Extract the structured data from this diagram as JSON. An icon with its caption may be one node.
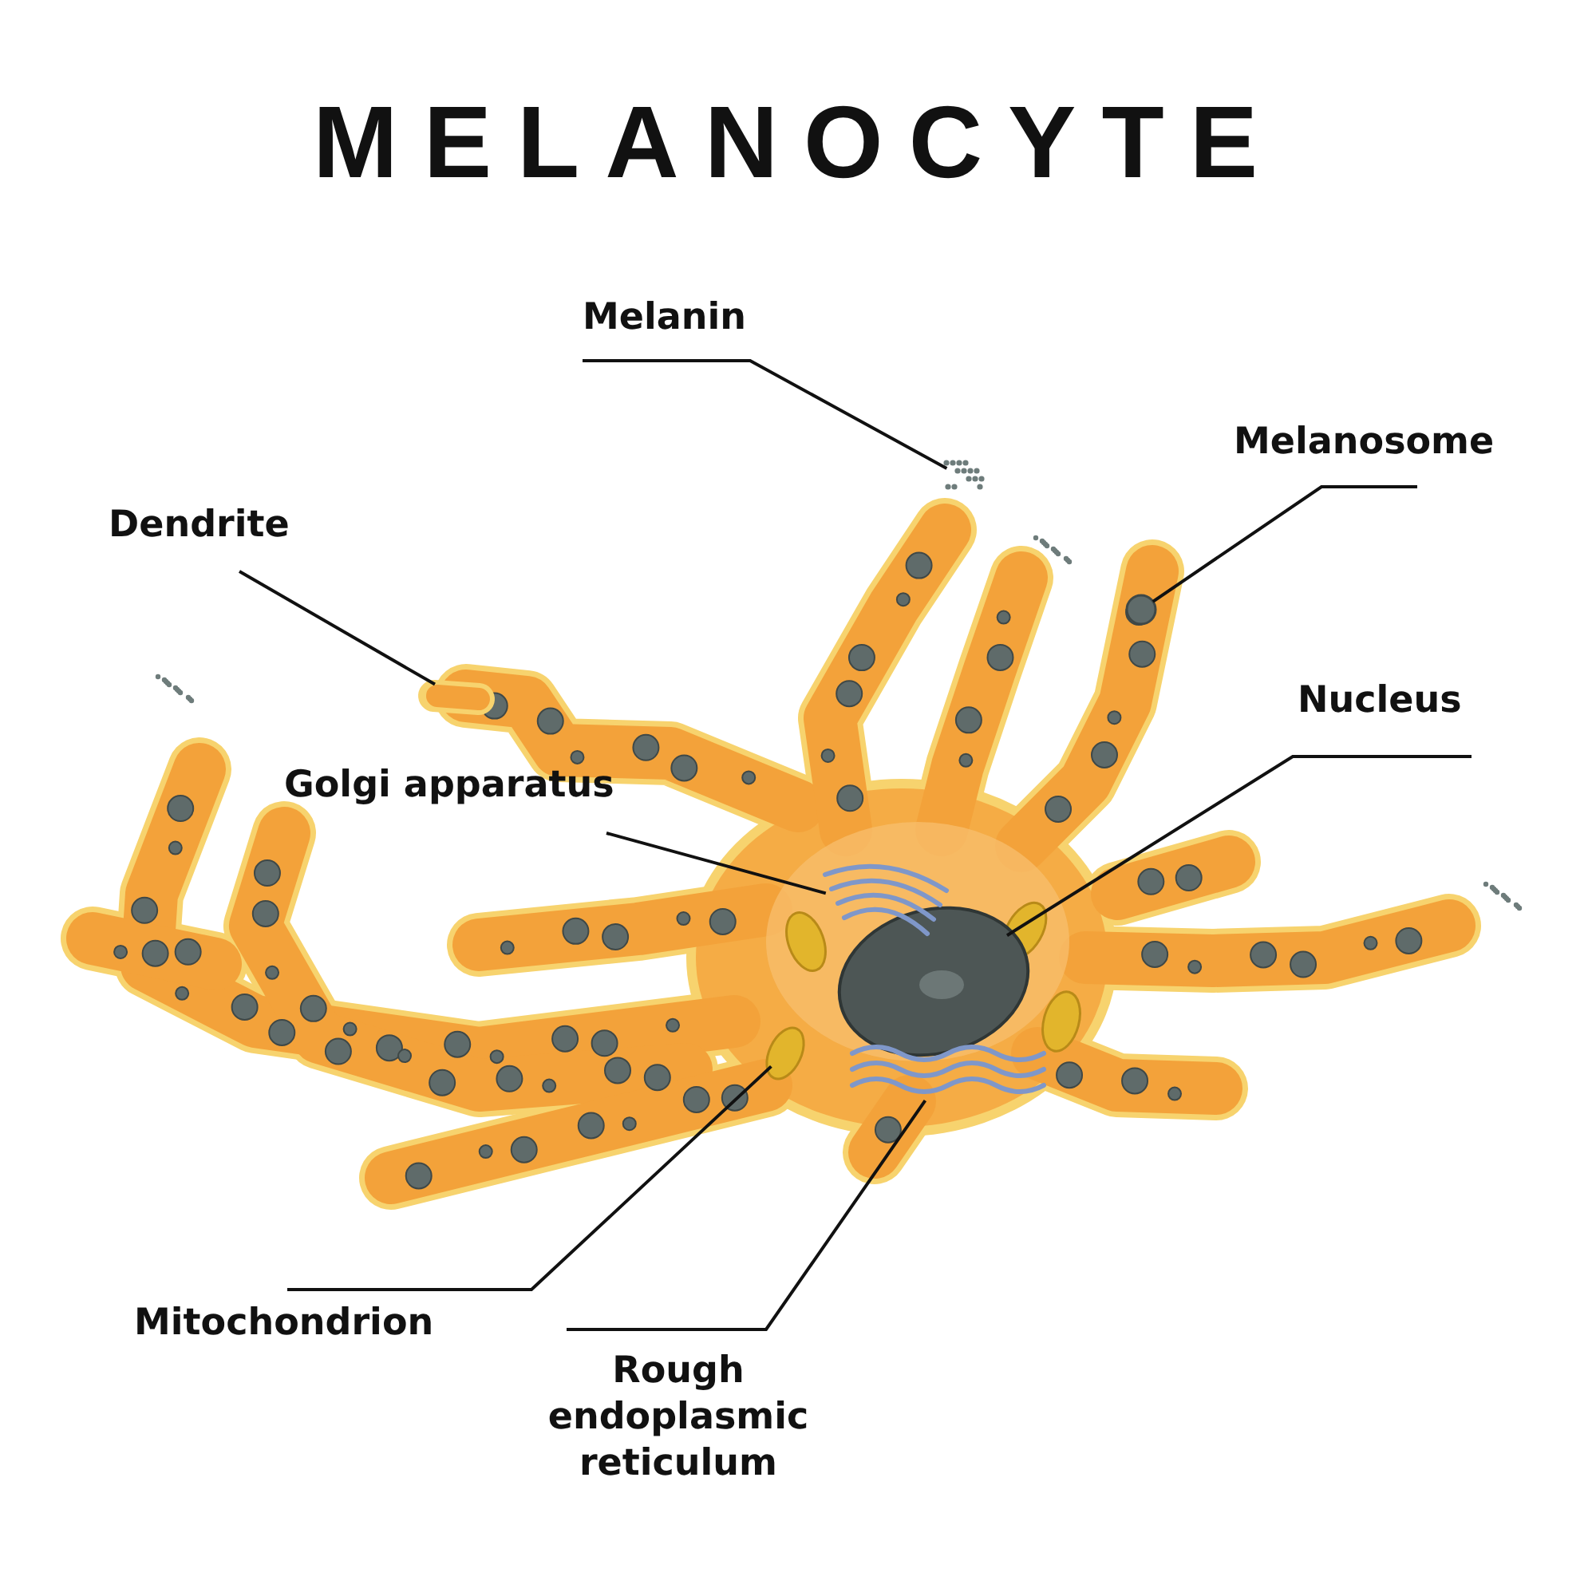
{
  "diagram": {
    "title": "MELANOCYTE",
    "nodes": [
      {
        "text": [
          "Melanin"
        ]
      },
      {
        "text": [
          "Melanosome"
        ]
      },
      {
        "text": [
          "Dendrite"
        ]
      },
      {
        "text": [
          "Nucleus"
        ]
      },
      {
        "text": [
          "**Golgi** apparatus"
        ]
      },
      {
        "text": [
          "Mitochondrion"
        ]
      },
      {
        "text": [
          "Rough endoplasmic reticulum"
        ]
      },
      {
        "text": [],
        "shape": "picture"
      },
      {
        "text": [],
        "shape": "circle"
      },
      {
        "text": [],
        "shape": "picture"
      },
      {
        "text": [],
        "shape": "picture"
      },
      {
        "text": [],
        "shape": "picture"
      },
      {
        "text": [],
        "shape": "ellipse"
      },
      {
        "text": [],
        "shape": "picture"
      }
    ],
    "edges": [
      {
        "from": 0,
        "to": 7,
        "arrow": "none"
      },
      {
        "from": 1,
        "to": 8,
        "arrow": "none"
      },
      {
        "from": 2,
        "to": 9,
        "arrow": "none"
      },
      {
        "from": 3,
        "to": 10,
        "arrow": "none"
      },
      {
        "from": 4,
        "to": 11,
        "arrow": "none"
      },
      {
        "from": 5,
        "to": 12,
        "arrow": "none"
      },
      {
        "from": 6,
        "to": 13,
        "arrow": "none"
      }
    ]
  }
}
